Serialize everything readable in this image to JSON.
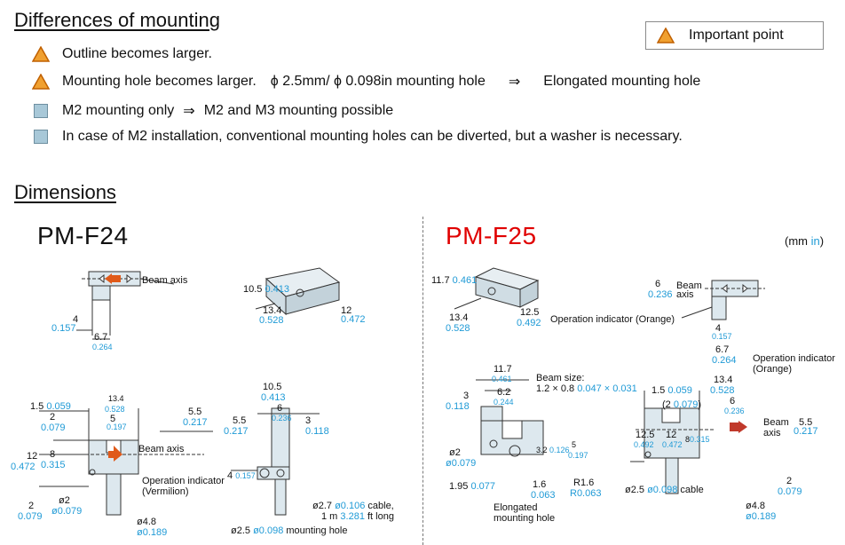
{
  "section1": {
    "title": "Differences of mounting",
    "bullets": [
      {
        "icon": "triangle",
        "text": "Outline becomes larger."
      },
      {
        "icon": "triangle",
        "text": "Mounting hole becomes larger.",
        "parts": [
          "ϕ 2.5mm/ ϕ 0.098in mounting hole",
          "⇒",
          "Elongated mounting hole"
        ]
      },
      {
        "icon": "square",
        "text": "M2 mounting only",
        "parts": [
          "⇒",
          "M2 and M3 mounting possible"
        ]
      },
      {
        "icon": "square",
        "text": "In case of M2 installation, conventional mounting holes can be diverted, but a washer is necessary."
      }
    ]
  },
  "legend": {
    "label": "Important point"
  },
  "section2": {
    "title": "Dimensions"
  },
  "models": {
    "left": "PM-F24",
    "right": "PM-F25"
  },
  "units": {
    "mm": "(mm ",
    "in": "in",
    "close": ")"
  },
  "colors": {
    "accent_red": "#e00000",
    "inch_blue": "#1f9ad6",
    "triangle_fill": "#f0a030",
    "triangle_stroke": "#c06000",
    "square_fill": "#a8c8d8",
    "indicator_orange": "#e05a1a"
  },
  "f24": {
    "beam_axis": "Beam axis",
    "d4": "4",
    "d4in": "0.157",
    "d67": "6.7",
    "d67in": "0.264",
    "d105": "10.5",
    "d105in": "0.413",
    "d134": "13.4",
    "d134in": "0.528",
    "d12": "12",
    "d12in": "0.472",
    "f_15": "1.5",
    "f_15in": "0.059",
    "f_2": "2",
    "f_2in": "0.079",
    "f_8": "8",
    "f_8in": "0.315",
    "f_12": "12",
    "f_12in": "0.472",
    "f_2b": "2",
    "f_2bin": "0.079",
    "f_134": "13.4",
    "f_134in": "0.528",
    "f_5": "5",
    "f_5in": "0.197",
    "f_55": "5.5",
    "f_55in": "0.217",
    "f_o2": "ø2",
    "f_o2in": "ø0.079",
    "f_o48": "ø4.8",
    "f_o48in": "ø0.189",
    "beam_axis2": "Beam axis",
    "op_ind": "Operation indicator",
    "op_color": "(Vermilion)",
    "s_105": "10.5",
    "s_105in": "0.413",
    "s_55": "5.5",
    "s_55in": "0.217",
    "s_6": "6",
    "s_6in": "0.236",
    "s_3": "3",
    "s_3in": "0.118",
    "s_4": "4",
    "s_4in": "0.157",
    "cable1": "ø2.7 ",
    "cable1in": "ø0.106",
    "cable1b": " cable,",
    "cable2": "1 m ",
    "cable2in": "3.281",
    "cable2b": " ft long",
    "mh": "ø2.5 ",
    "mhin": "ø0.098",
    "mhb": " mounting hole"
  },
  "f25": {
    "d117": "11.7",
    "d117in": "0.461",
    "d134": "13.4",
    "d134in": "0.528",
    "d125": "12.5",
    "d125in": "0.492",
    "d6": "6",
    "d6in": "0.236",
    "beam": "Beam",
    "axis": "axis",
    "op": "Operation indicator (Orange)",
    "d4": "4",
    "d4in": "0.157",
    "d67": "6.7",
    "d67in": "0.264",
    "e117": "11.7",
    "e117in": "0.461",
    "e3": "3",
    "e3in": "0.118",
    "e62": "6.2",
    "e62in": "0.244",
    "beamsize": "Beam size:",
    "beamsize2": "1.2 × 0.8 ",
    "beamsize2in": "0.047 × 0.031",
    "e32": "3.2",
    "e32in": "0.126",
    "e5": "5",
    "e5in": "0.197",
    "e_o2": "ø2",
    "e_o2in": "ø0.079",
    "e195": "1.95",
    "e195in": "0.077",
    "e16": "1.6",
    "e16in": "0.063",
    "r16": "R1.6",
    "r16in": "R0.063",
    "elong1": "Elongated",
    "elong2": "mounting hole",
    "g_op1": "Operation indicator",
    "g_op2": "(Orange)",
    "g134": "13.4",
    "g134in": "0.528",
    "g15": "1.5",
    "g15in": "0.059",
    "g2": "(2 ",
    "g2in": "0.079",
    "g2c": ")",
    "g6": "6",
    "g6in": "0.236",
    "g125": "12.5",
    "g125in": "0.492",
    "g12": "12",
    "g12in": "0.472",
    "g8": "8",
    "g8in": "0.315",
    "axis2": "axis",
    "g55": "5.5",
    "g55in": "0.217",
    "g2b": "2",
    "g2bin": "0.079",
    "cable": "ø2.5 ",
    "cablein": "ø0.098",
    "cableb": " cable",
    "g48": "ø4.8",
    "g48in": "ø0.189"
  }
}
